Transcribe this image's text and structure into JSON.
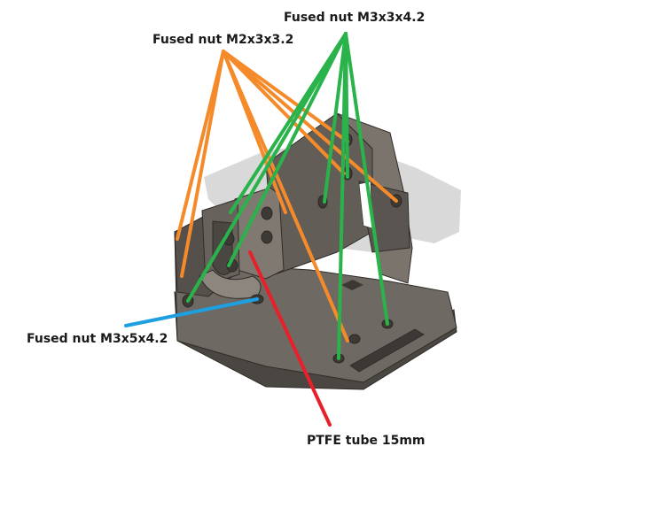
{
  "labels": {
    "nut_m3x3": "Fused nut M3x3x4.2",
    "nut_m2x3": "Fused nut M2x3x3.2",
    "nut_m3x5": "Fused nut M3x5x4.2",
    "ptfe": "PTFE tube 15mm"
  },
  "colors": {
    "orange": "#f58a2a",
    "green": "#2ab34a",
    "blue": "#1e9fe0",
    "red": "#e8202a",
    "part": "#6e6962",
    "part_dark": "#4a4641",
    "part_light": "#8c867e",
    "shadow": "#d9d9d9"
  }
}
